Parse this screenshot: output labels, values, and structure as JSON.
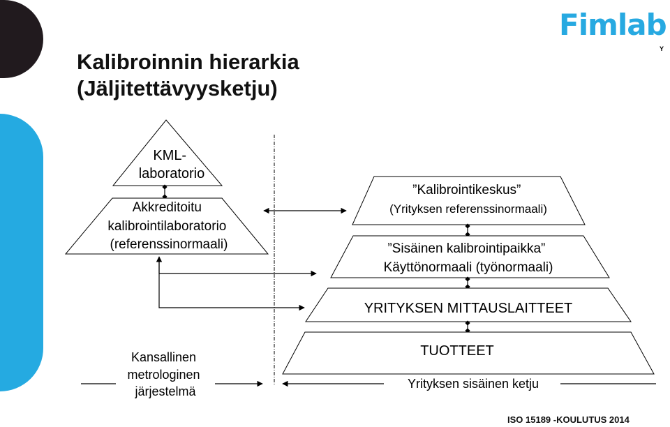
{
  "brand": {
    "logo_text": "Fimlab",
    "logo_sub": "Y",
    "accent_color": "#27a9e1",
    "dark_color": "#211a1e"
  },
  "title": {
    "line1": "Kalibroinnin hierarkia",
    "line2": "(Jäljitettävyysketju)"
  },
  "left_pyramid": {
    "top_lines": [
      "KML-",
      "laboratorio"
    ],
    "bottom_lines": [
      "Akkreditoitu",
      "kalibrointilaboratorio",
      "(referenssinormaali)"
    ]
  },
  "right_pyramid": {
    "level1_lines": [
      "”Kalibrointikeskus”",
      "(Yrityksen referenssinormaali)"
    ],
    "level2_lines": [
      "”Sisäinen kalibrointipaikka”",
      "Käyttönormaali (työnormaali)"
    ],
    "level3_lines": [
      "YRITYKSEN MITTAUSLAITTEET"
    ],
    "level4_lines": [
      "TUOTTEET"
    ]
  },
  "bottom_labels": {
    "national_lines": [
      "Kansallinen",
      "metrologinen",
      "järjestelmä"
    ],
    "company_chain": "Yrityksen sisäinen ketju"
  },
  "footer": "ISO 15189 -KOULUTUS 2014"
}
